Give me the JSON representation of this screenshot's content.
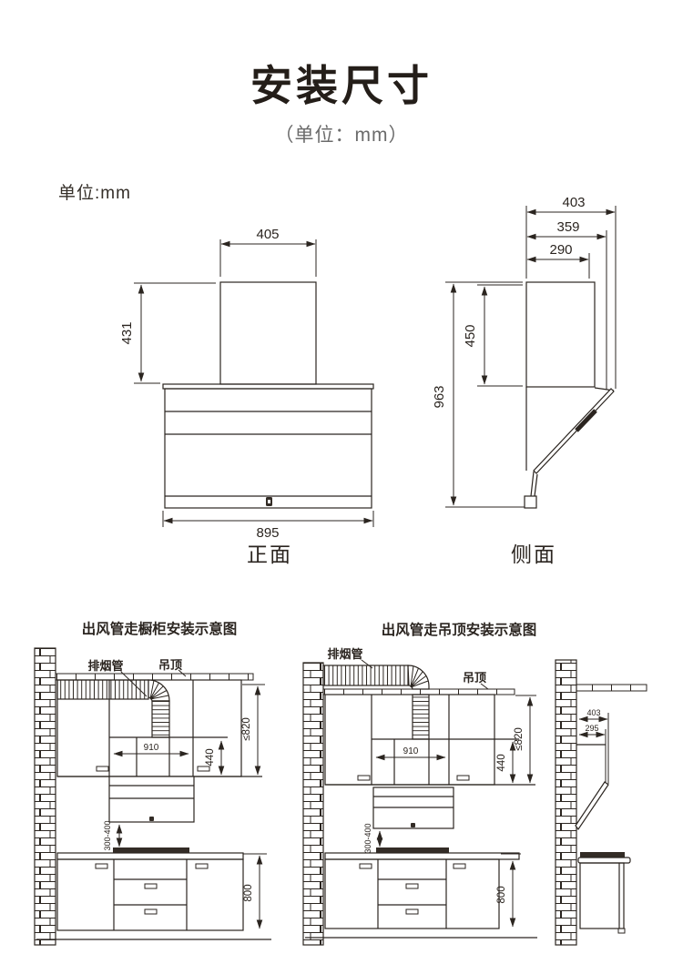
{
  "header": {
    "title": "安装尺寸",
    "subtitle": "（单位：mm）",
    "unit_note": "单位:mm"
  },
  "front_view": {
    "caption": "正面",
    "chimney_width": "405",
    "chimney_height": "431",
    "body_width": "895"
  },
  "side_view": {
    "caption": "侧面",
    "depth_total": "403",
    "depth_mid": "359",
    "depth_upper": "290",
    "chimney_height": "450",
    "total_height": "963"
  },
  "cabinet_duct_diagram": {
    "title": "出风管走橱柜安装示意图",
    "exhaust_pipe_label": "排烟管",
    "ceiling_label": "吊顶",
    "opening_width": "910",
    "opening_height": "440",
    "ceiling_to_cabinet_bottom": "≤820",
    "hood_to_cooktop": "300-400",
    "counter_height": "800"
  },
  "ceiling_duct_diagram": {
    "title": "出风管走吊顶安装示意图",
    "exhaust_pipe_label": "排烟管",
    "ceiling_label": "吊顶",
    "opening_width": "910",
    "opening_height": "440",
    "ceiling_to_cabinet_bottom": "≤820",
    "hood_to_cooktop": "300-400",
    "counter_height": "800",
    "side_depth_total": "403",
    "side_depth_body": "295"
  },
  "colors": {
    "line": "#2b2520",
    "cooktop": "#332c26",
    "subtitle_gray": "#6b6b6b"
  }
}
